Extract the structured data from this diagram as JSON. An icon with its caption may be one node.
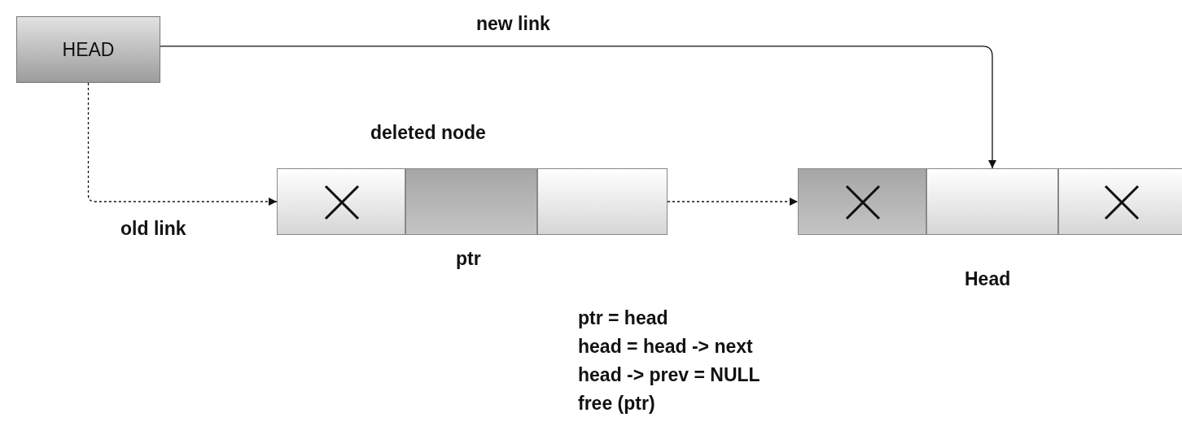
{
  "diagram": {
    "nodes": [
      {
        "text": [
          "HEAD"
        ]
      },
      {
        "text": [],
        "shape": "box",
        "beside": [
          "deleted node",
          "ptr"
        ]
      },
      {
        "text": [],
        "shape": "box",
        "in": 1
      },
      {
        "text": [],
        "shape": "box",
        "in": 1
      },
      {
        "text": [],
        "shape": "box",
        "in": 1
      },
      {
        "text": [],
        "shape": "box",
        "beside": [
          "Head"
        ]
      },
      {
        "text": [],
        "shape": "box",
        "in": 5
      },
      {
        "text": [],
        "shape": "box",
        "in": 5
      },
      {
        "text": [],
        "shape": "box",
        "in": 5
      }
    ],
    "edges": [
      {
        "from": 0,
        "to": 7,
        "arrow": "to",
        "label": "new link"
      },
      {
        "from": 0,
        "to": 2,
        "arrow": "to",
        "label": "old link",
        "style": "dashed"
      },
      {
        "from": 4,
        "to": 6,
        "arrow": "to",
        "style": "dashed"
      }
    ],
    "labels": [
      "ptr = head",
      "head = head -> next",
      "head -> prev = NULL",
      "free (ptr)"
    ]
  }
}
